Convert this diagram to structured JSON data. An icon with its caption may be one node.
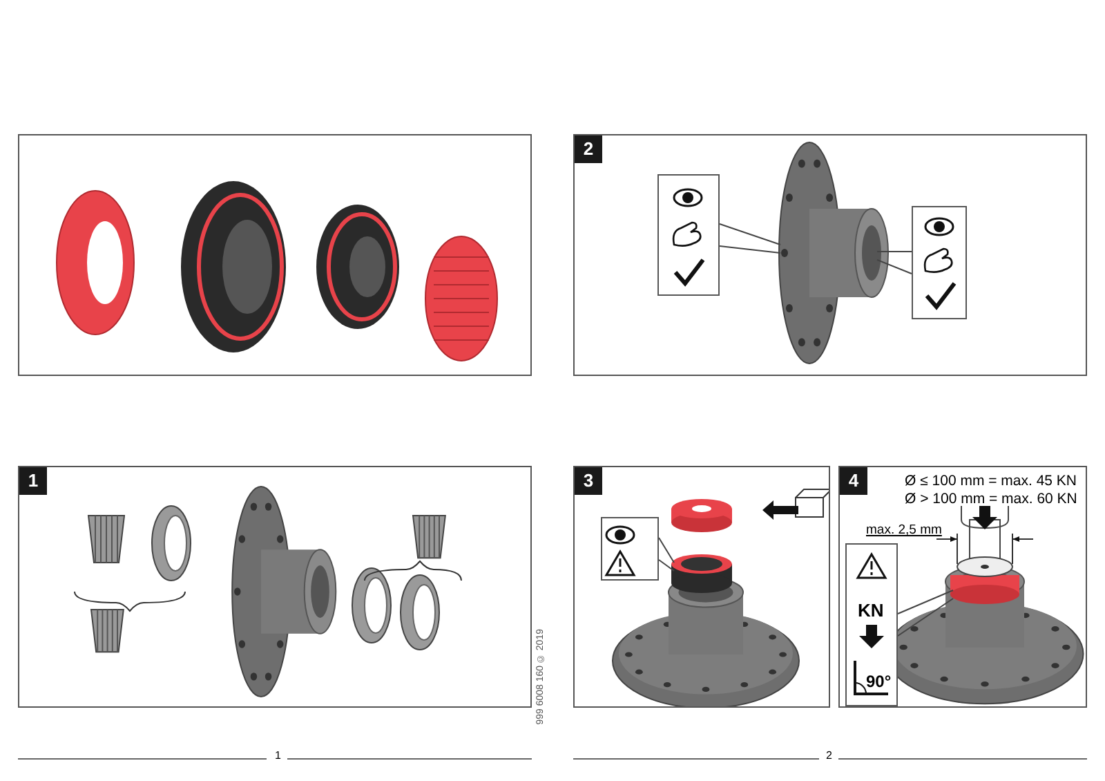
{
  "diagram": {
    "nodes": [
      {
        "text": [],
        "shape": "box"
      },
      {
        "text": [
          "2"
        ]
      },
      {
        "text": [],
        "shape": "box",
        "in": 1
      },
      {
        "text": [],
        "shape": "box",
        "in": 1
      },
      {
        "text": [
          "1"
        ]
      },
      {
        "text": [
          "3"
        ]
      },
      {
        "text": [],
        "shape": "box",
        "in": 5
      },
      {
        "text": [
          "4"
        ]
      },
      {
        "text": [
          "KN",
          "90°"
        ],
        "in": 7
      }
    ],
    "edges": [
      {
        "from": 2,
        "to": null,
        "arrow": "none"
      },
      {
        "from": 3,
        "to": null,
        "arrow": "none"
      },
      {
        "from": 6,
        "to": null,
        "arrow": "none"
      },
      {
        "from": 8,
        "to": null,
        "arrow": "none"
      }
    ],
    "labels": [
      "Ø ≤ 100 mm = max. 45 KN",
      "Ø > 100 mm = max. 60 KN",
      "max. 2,5 mm",
      "999 6008 160 © 2019",
      "1",
      "2"
    ]
  }
}
